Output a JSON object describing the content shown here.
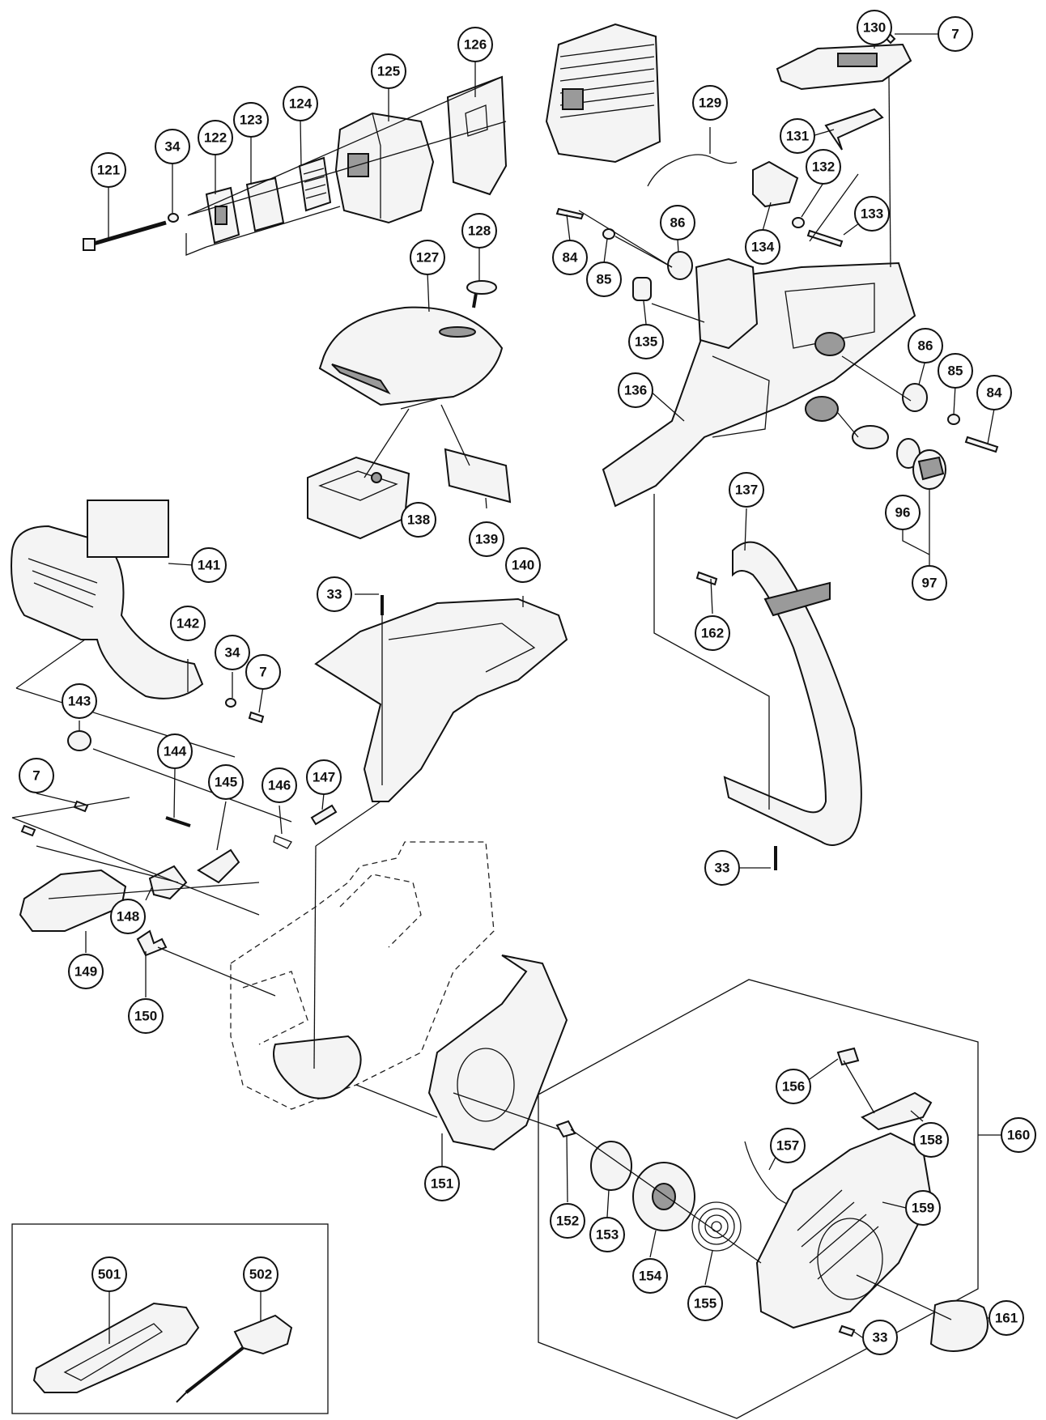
{
  "callouts": [
    {
      "id": "c-7a",
      "text": "7"
    },
    {
      "id": "c-121",
      "text": "121"
    },
    {
      "id": "c-34a",
      "text": "34"
    },
    {
      "id": "c-122",
      "text": "122"
    },
    {
      "id": "c-123",
      "text": "123"
    },
    {
      "id": "c-124",
      "text": "124"
    },
    {
      "id": "c-125",
      "text": "125"
    },
    {
      "id": "c-126",
      "text": "126"
    },
    {
      "id": "c-130",
      "text": "130"
    },
    {
      "id": "c-129",
      "text": "129"
    },
    {
      "id": "c-131",
      "text": "131"
    },
    {
      "id": "c-132",
      "text": "132"
    },
    {
      "id": "c-133",
      "text": "133"
    },
    {
      "id": "c-134",
      "text": "134"
    },
    {
      "id": "c-84a",
      "text": "84"
    },
    {
      "id": "c-85a",
      "text": "85"
    },
    {
      "id": "c-86a",
      "text": "86"
    },
    {
      "id": "c-128",
      "text": "128"
    },
    {
      "id": "c-127",
      "text": "127"
    },
    {
      "id": "c-135",
      "text": "135"
    },
    {
      "id": "c-136",
      "text": "136"
    },
    {
      "id": "c-86b",
      "text": "86"
    },
    {
      "id": "c-85b",
      "text": "85"
    },
    {
      "id": "c-84b",
      "text": "84"
    },
    {
      "id": "c-137",
      "text": "137"
    },
    {
      "id": "c-96",
      "text": "96"
    },
    {
      "id": "c-97",
      "text": "97"
    },
    {
      "id": "c-138",
      "text": "138"
    },
    {
      "id": "c-139",
      "text": "139"
    },
    {
      "id": "c-141",
      "text": "141"
    },
    {
      "id": "c-140",
      "text": "140"
    },
    {
      "id": "c-33a",
      "text": "33"
    },
    {
      "id": "c-162",
      "text": "162"
    },
    {
      "id": "c-142",
      "text": "142"
    },
    {
      "id": "c-34b",
      "text": "34"
    },
    {
      "id": "c-7b",
      "text": "7"
    },
    {
      "id": "c-143",
      "text": "143"
    },
    {
      "id": "c-144",
      "text": "144"
    },
    {
      "id": "c-145",
      "text": "145"
    },
    {
      "id": "c-146",
      "text": "146"
    },
    {
      "id": "c-147",
      "text": "147"
    },
    {
      "id": "c-7c",
      "text": "7"
    },
    {
      "id": "c-33b",
      "text": "33"
    },
    {
      "id": "c-148",
      "text": "148"
    },
    {
      "id": "c-149",
      "text": "149"
    },
    {
      "id": "c-150",
      "text": "150"
    },
    {
      "id": "c-151",
      "text": "151"
    },
    {
      "id": "c-156",
      "text": "156"
    },
    {
      "id": "c-158",
      "text": "158"
    },
    {
      "id": "c-160",
      "text": "160"
    },
    {
      "id": "c-157",
      "text": "157"
    },
    {
      "id": "c-159",
      "text": "159"
    },
    {
      "id": "c-152",
      "text": "152"
    },
    {
      "id": "c-153",
      "text": "153"
    },
    {
      "id": "c-154",
      "text": "154"
    },
    {
      "id": "c-155",
      "text": "155"
    },
    {
      "id": "c-33c",
      "text": "33"
    },
    {
      "id": "c-161",
      "text": "161"
    },
    {
      "id": "c-501",
      "text": "501"
    },
    {
      "id": "c-502",
      "text": "502"
    }
  ]
}
